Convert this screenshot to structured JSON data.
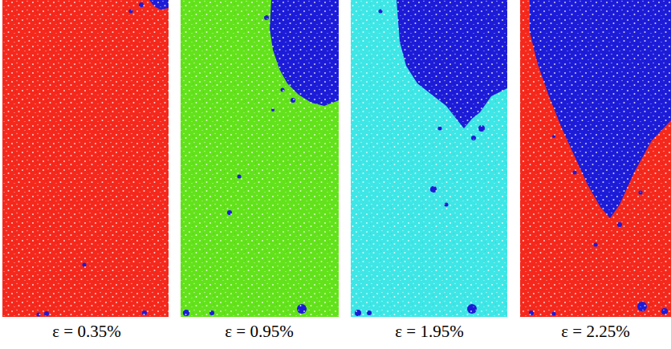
{
  "diagram": {
    "labels": [
      "ε = 0.35%",
      "ε = 0.95%",
      "ε = 1.95%",
      "ε = 2.25%"
    ]
  }
}
